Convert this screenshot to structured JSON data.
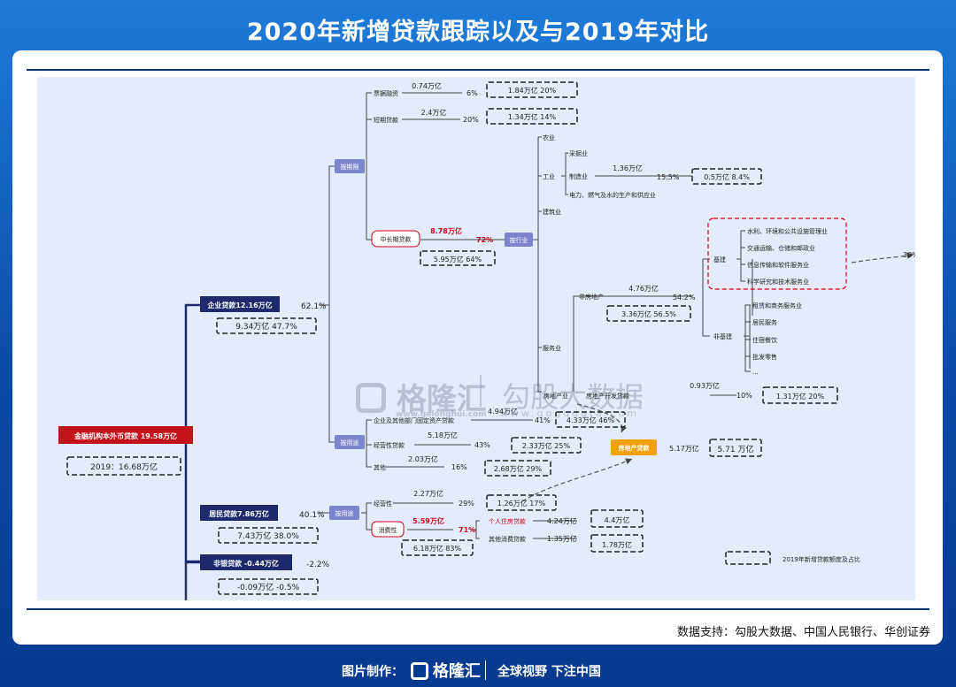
{
  "title": "2020年新增贷款跟踪以及与2019年对比",
  "source": "数据支持：勾股大数据、中国人民银行、华创证券",
  "footer": {
    "made_by": "图片制作：",
    "logo_text": "格隆汇",
    "slogan": "全球视野 下注中国"
  },
  "watermark": {
    "left_text": "格隆汇",
    "left_sub": "www.gelonghui.com",
    "right_text": "勾股大数据",
    "right_sub": "www.gogudata.com"
  },
  "colors": {
    "navy": "#1d2a6e",
    "red": "#c4121a",
    "purple_node": "#7c84cf",
    "orange": "#f0a000",
    "red_text": "#d0021b",
    "background": "#e4ecfb"
  },
  "diagram": {
    "root": {
      "label": "金融机构本外币贷款 19.58万亿",
      "compare": "2019：16.68万亿"
    },
    "enterprise": {
      "label": "企业贷款12.16万亿",
      "pct": "62.1%",
      "compare": "9.34万亿 47.7%"
    },
    "household": {
      "label": "居民贷款7.86万亿",
      "pct": "40.1%",
      "compare": "7.43万亿 38.0%"
    },
    "nonbank": {
      "label": "非银贷款 -0.44万亿",
      "pct": "-2.2%",
      "compare": "-0.09万亿 -0.5%"
    },
    "by_term": {
      "label": "按期限",
      "bill": {
        "label": "票据融资",
        "value": "0.74万亿",
        "pct": "6%",
        "compare": "1.84万亿 20%"
      },
      "short": {
        "label": "短期贷款",
        "value": "2.4万亿",
        "pct": "20%",
        "compare": "1.34万亿 14%"
      },
      "midlong": {
        "label": "中长期贷款",
        "value": "8.78万亿",
        "pct": "72%",
        "compare": "5.95万亿 64%"
      }
    },
    "by_industry": {
      "label": "按行业",
      "agri": "农业",
      "industry": "工业",
      "mining": "采掘业",
      "manufacturing": {
        "label": "制造业",
        "value": "1.36万亿",
        "pct": "15.5%",
        "compare": "0.5万亿 8.4%"
      },
      "utilities": "电力、燃气及水的生产和供应业",
      "construction": "建筑业",
      "services": "服务业",
      "non_re": {
        "label": "非房地产",
        "value": "4.76万亿",
        "pct": "54.2%",
        "compare": "3.36万亿 56.5%"
      },
      "infra": {
        "label": "基建",
        "items": [
          "水利、环境和公共设施管理业",
          "交通运输、仓储和邮政业",
          "信息传输和软件服务业",
          "科学研究和技术服务业"
        ],
        "pct": "30%"
      },
      "non_infra": {
        "label": "非基建",
        "items": [
          "租赁和商务服务业",
          "居民服务",
          "住宿餐饮",
          "批发零售",
          "..."
        ]
      },
      "re": {
        "label": "房地产业",
        "sub_label": "房地产开发贷款",
        "value": "0.93万亿",
        "pct": "10%",
        "compare": "1.31万亿 20%"
      }
    },
    "by_use": {
      "label": "按用途",
      "fixed": {
        "label": "企业及其他部门固定资产贷款",
        "value": "4.94万亿",
        "pct": "41%",
        "compare": "4.33万亿 46%"
      },
      "operating": {
        "label": "经营性贷款",
        "value": "5.18万亿",
        "pct": "43%",
        "compare": "2.33万亿 25%"
      },
      "other": {
        "label": "其他",
        "value": "2.03万亿",
        "pct": "16%",
        "compare": "2.68万亿 29%"
      }
    },
    "re_loans": {
      "label": "房地产贷款",
      "value": "5.17万亿",
      "compare": "5.71 万亿"
    },
    "hh_use": {
      "label": "按用途",
      "operating": {
        "label": "经营性",
        "value": "2.27万亿",
        "pct": "29%",
        "compare": "1.26万亿 17%"
      },
      "consumer": {
        "label": "消费性",
        "value": "5.59万亿",
        "pct": "71%",
        "compare": "6.18万亿 83%"
      },
      "mortgage": {
        "label": "个人住房贷款",
        "value": "4.24万亿",
        "compare": "4.4万亿"
      },
      "other_consumer": {
        "label": "其他消费贷款",
        "value": "1.35万亿",
        "compare": "1.78万亿"
      }
    },
    "legend": "2019年新增贷款额度及占比"
  }
}
